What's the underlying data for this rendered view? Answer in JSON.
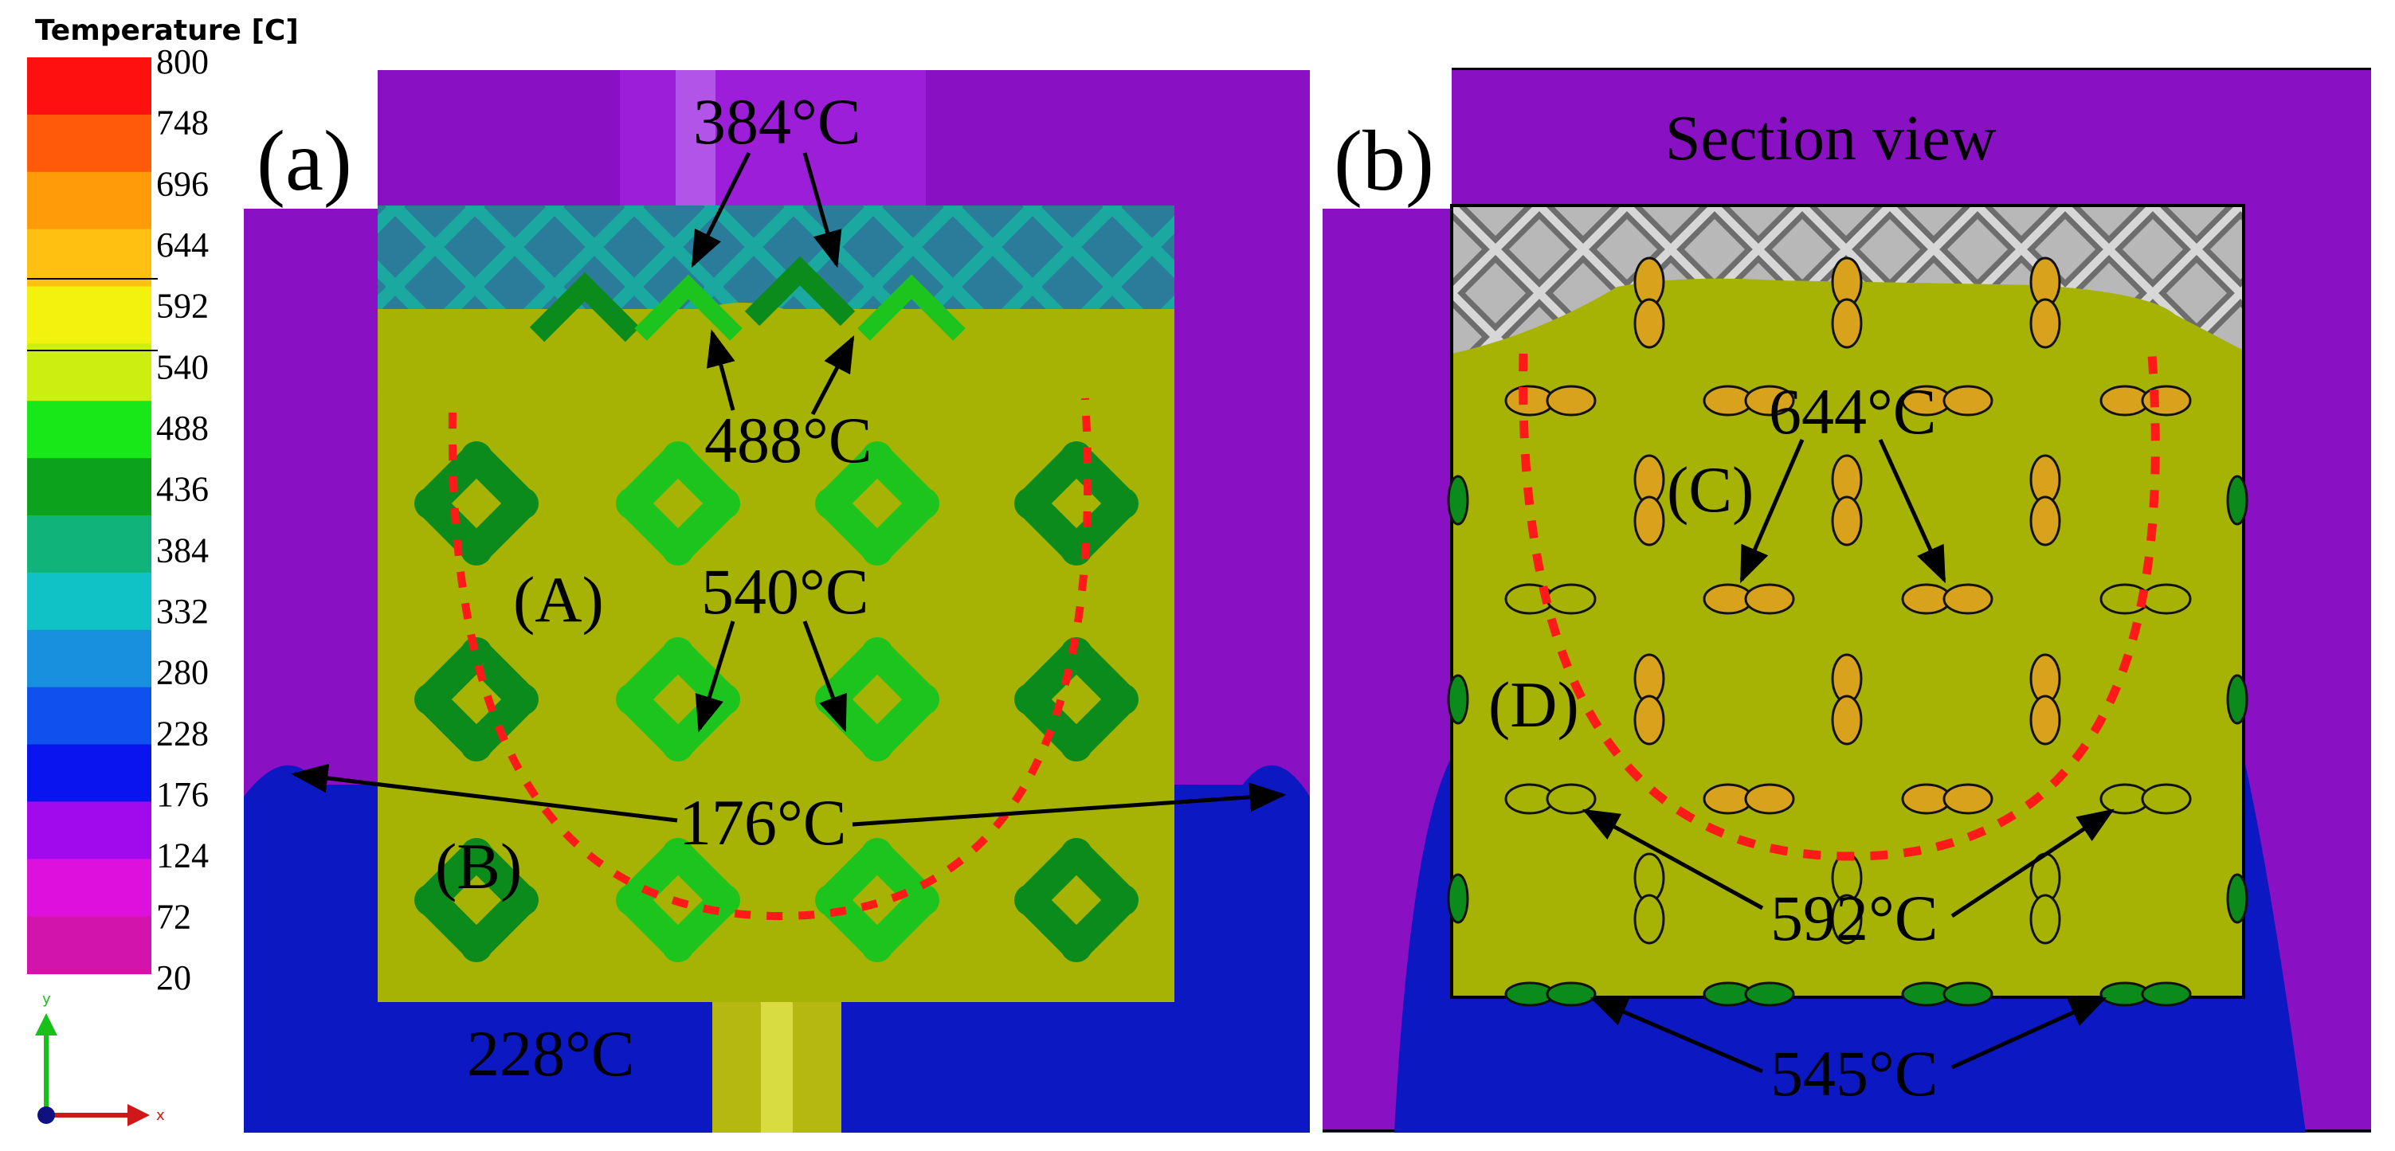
{
  "legend": {
    "title": "Temperature  [C]",
    "ticks": [
      "800",
      "748",
      "696",
      "644",
      "592",
      "540",
      "488",
      "436",
      "384",
      "332",
      "280",
      "228",
      "176",
      "124",
      "72",
      "20"
    ],
    "colors": [
      "#ff1010",
      "#ff5a0a",
      "#ff9a08",
      "#ffc012",
      "#f2f20e",
      "#ccee10",
      "#18e818",
      "#0ca21c",
      "#10b47a",
      "#10c2c6",
      "#1890de",
      "#1050ee",
      "#0a14ee",
      "#a20aee",
      "#dd10dd",
      "#d214ad"
    ]
  },
  "colors": {
    "purple": "#8a10c4",
    "blue": "#0c18c2",
    "olive": "#a6b204",
    "gold": "#d9a21c",
    "green_dark": "#0b8b1c",
    "green": "#1ec41e",
    "teal": "#1aa8a0",
    "gray": "#a7a7a7",
    "red": "#ff1a1a"
  },
  "panel_a": {
    "label": "(a)",
    "t384": "384°C",
    "t488": "488°C",
    "t540": "540°C",
    "t176": "176°C",
    "t228": "228°C",
    "regionA": "(A)",
    "regionB": "(B)"
  },
  "panel_b": {
    "label": "(b)",
    "title": "Section view",
    "t644": "644°C",
    "t592": "592°C",
    "t545": "545°C",
    "regionC": "(C)",
    "regionD": "(D)"
  },
  "axes": {
    "y": "y",
    "x": "x"
  }
}
